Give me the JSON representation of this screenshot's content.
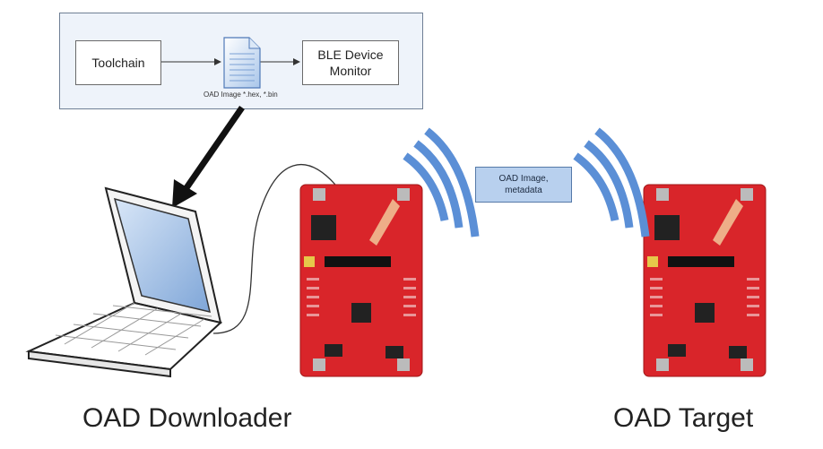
{
  "toolchain_panel": {
    "toolchain_label": "Toolchain",
    "monitor_label_line1": "BLE Device",
    "monitor_label_line2": "Monitor",
    "file_caption": "OAD Image *.hex, *.bin"
  },
  "link_label": "OAD Image,\nmetadata",
  "downloader_label": "OAD Downloader",
  "target_label": "OAD Target",
  "colors": {
    "panel_bg": "#eef3fa",
    "board_red": "#d9252a",
    "wave_blue": "#5b8fd6",
    "link_box": "#b8d0ee"
  }
}
